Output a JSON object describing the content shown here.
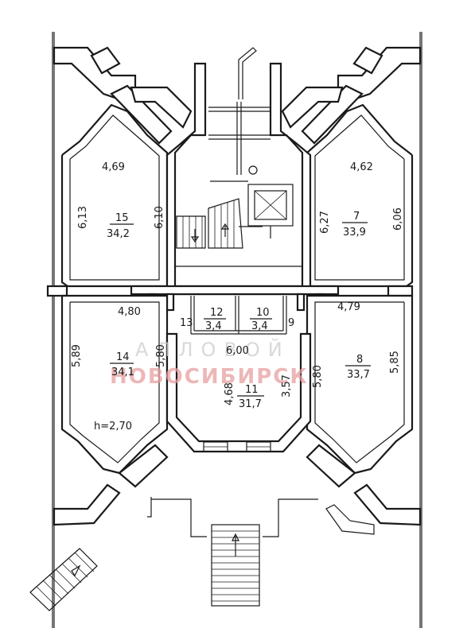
{
  "watermark": {
    "line1": "АЛЛОВОЙ",
    "line2": "НОВОСИБИРСК",
    "color": "#e8a0a0"
  },
  "rooms": [
    {
      "id": "15",
      "number": "15",
      "area": "34,2",
      "dims": [
        "4,69",
        "6,13",
        "6,10"
      ]
    },
    {
      "id": "7",
      "number": "7",
      "area": "33,9",
      "dims": [
        "4,62",
        "6,27",
        "6,06"
      ]
    },
    {
      "id": "14",
      "number": "14",
      "area": "34,1",
      "dims": [
        "4,80",
        "5,89",
        "5,80"
      ]
    },
    {
      "id": "8",
      "number": "8",
      "area": "33,7",
      "dims": [
        "4,79",
        "5,80",
        "5,85"
      ]
    },
    {
      "id": "12",
      "number": "12",
      "area": "3,4"
    },
    {
      "id": "10",
      "number": "10",
      "area": "3,4"
    },
    {
      "id": "11",
      "number": "11",
      "area": "31,7",
      "dims": [
        "6,00",
        "4,68",
        "3,57"
      ]
    }
  ],
  "corridor_numbers": {
    "left": "13",
    "right": "9"
  },
  "height_note": "h=2,70"
}
